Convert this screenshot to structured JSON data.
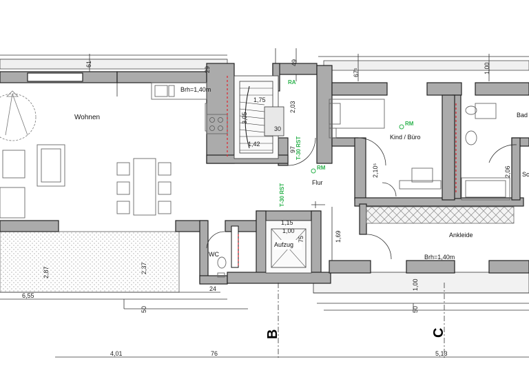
{
  "rooms": {
    "wohnen": "Wohnen",
    "kind_buero": "Kind / Büro",
    "bad": "Bad",
    "bad_partial": "Sc",
    "flur": "Flur",
    "ankleide": "Ankleide",
    "wc": "WC",
    "aufzug": "Aufzug"
  },
  "annotations": {
    "brh_left": "Brh=1,40m",
    "brh_right": "Brh=1,40m",
    "ra": "RA",
    "t30_rst_stair": "T-30 RST",
    "t30_rst_lift": "T-30 RST",
    "rm_1": "RM",
    "rm_2": "RM"
  },
  "axes": {
    "b": "B",
    "c": "C"
  },
  "dimensions": {
    "d_61": "61",
    "d_29": "29",
    "d_49": "49",
    "d_675": "67⁵",
    "d_100_top": "1,00",
    "d_175": "1,75",
    "d_203": "2,03",
    "d_30": "30",
    "d_305": "3,05",
    "d_142": "1,42",
    "d_97": "97",
    "d_2105": "2,10⁵",
    "d_206": "2,06",
    "d_169": "1,69",
    "d_287": "2,87",
    "d_237": "2,37",
    "d_655": "6,55",
    "d_50_left": "50",
    "d_50_right": "50",
    "d_100_bottom": "1,00",
    "d_24": "24",
    "d_401": "4,01",
    "d_76": "76",
    "d_513": "5,13",
    "d_115": "1,15",
    "d_100_lift": "1,00",
    "d_75": "75"
  },
  "colors": {
    "wall": "#ababab",
    "green": "#2bb24c",
    "red": "#d9363e"
  }
}
